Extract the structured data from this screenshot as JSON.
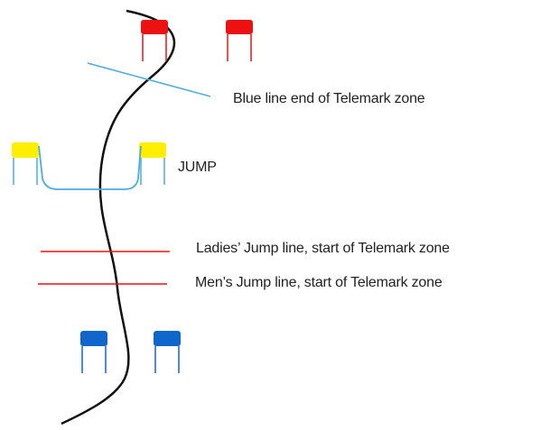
{
  "labels": {
    "blue_line": "Blue line end of Telemark zone",
    "jump": "JUMP",
    "ladies_line": "Ladies’ Jump line, start of Telemark zone",
    "mens_line": "Men’s Jump line, start of Telemark zone"
  },
  "colors": {
    "red_gate": "#ee1111",
    "yellow_gate": "#ffee00",
    "blue_gate": "#1166cc",
    "gate_leg_blue": "#1166cc",
    "gate_leg_red": "#ee1111",
    "jump_outline": "#4aaee0",
    "blue_line": "#4aaee0",
    "jump_line": "#ee1111",
    "ski_path": "#111111"
  }
}
